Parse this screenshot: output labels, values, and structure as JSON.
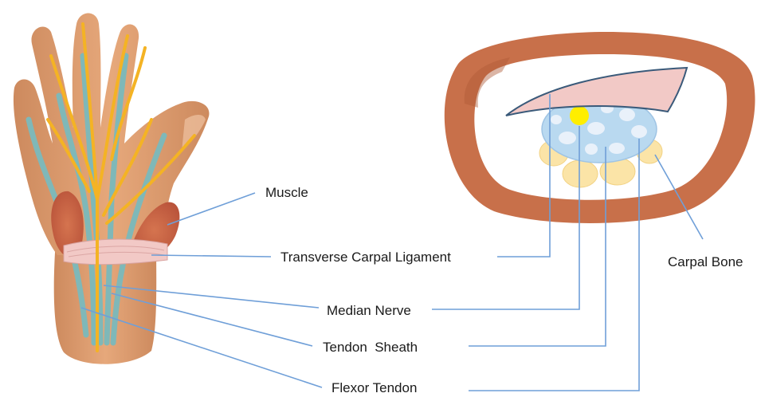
{
  "labels": {
    "muscle": "Muscle",
    "transverse_carpal_ligament": "Transverse Carpal Ligament",
    "median_nerve": "Median Nerve",
    "tendon_sheath": "Tendon  Sheath",
    "flexor_tendon": "Flexor Tendon",
    "carpal_bone": "Carpal Bone"
  },
  "colors": {
    "skin": "#dc9b6e",
    "skin_dark": "#c8845a",
    "muscle": "#c9603f",
    "ligament": "#f2c9c6",
    "tendon": "#7fb8b8",
    "nerve": "#f4b324",
    "nerve_dot": "#ffee00",
    "sheath": "#b9d9f0",
    "ring": "#c8704a",
    "carpal_bone": "#fbe4a7",
    "leader": "#6f9fd8"
  }
}
